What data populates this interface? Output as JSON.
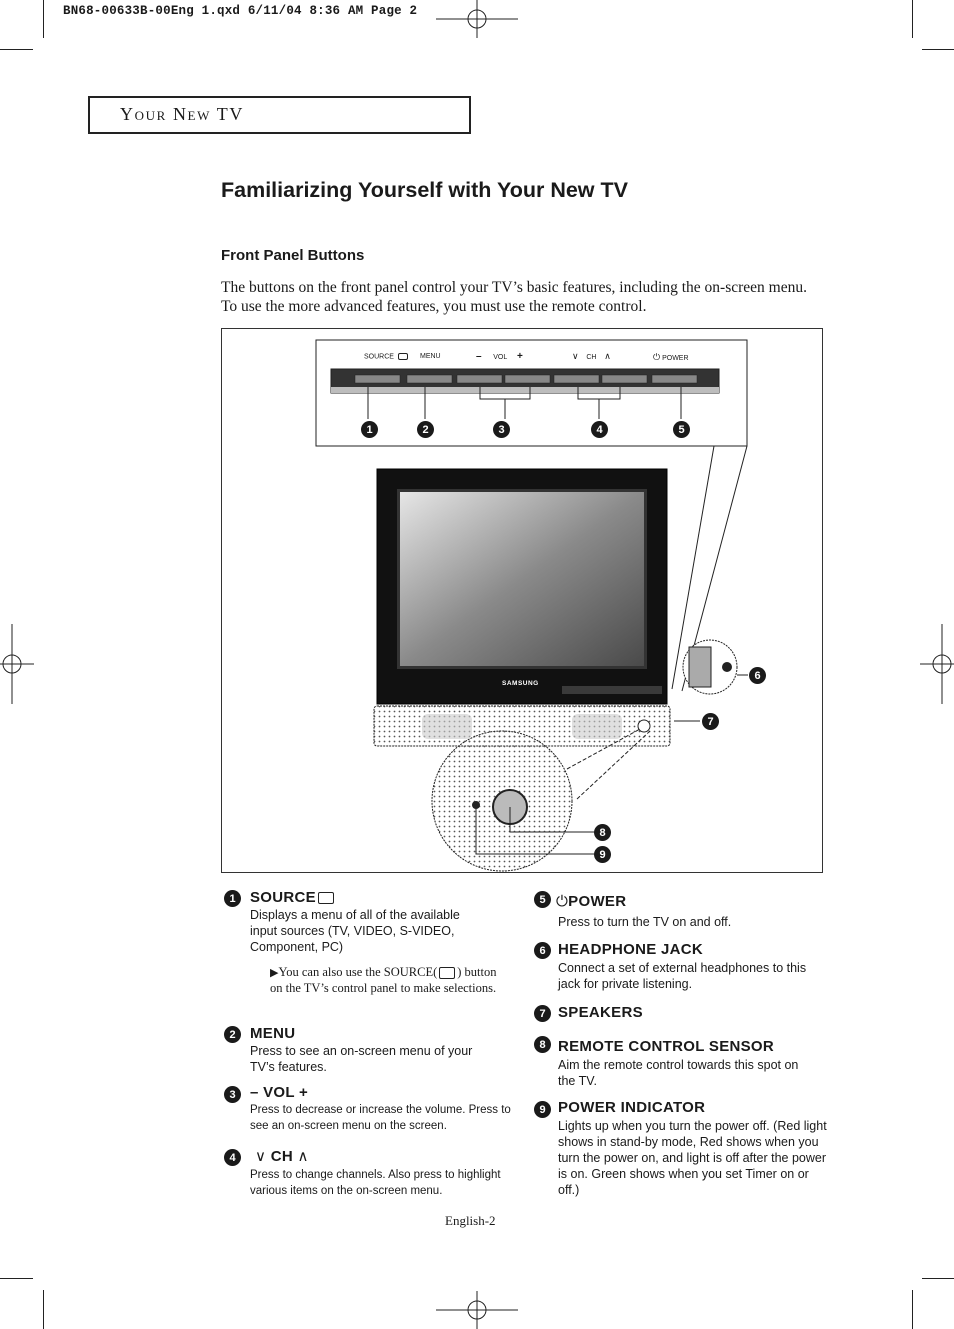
{
  "slug_line": "BN68-00633B-00Eng 1.qxd  6/11/04 8:36 AM  Page 2",
  "section": "Your New TV",
  "page_title": "Familiarizing Yourself with Your New TV",
  "subsection": "Front Panel Buttons",
  "intro": "The buttons on the front panel control your TV’s basic features, including the on-screen menu. To use the more advanced features, you must use the remote control.",
  "figure": {
    "panel_labels": {
      "source": "SOURCE",
      "menu": "MENU",
      "vol": "VOL",
      "ch": "CH",
      "power": "POWER"
    },
    "brand": "SAMSUNG",
    "callouts": [
      "1",
      "2",
      "3",
      "4",
      "5",
      "6",
      "7",
      "8",
      "9"
    ]
  },
  "items": [
    {
      "num": "1",
      "title": "SOURCE",
      "desc": "Displays a menu of all of the available input sources (TV, VIDEO, S-VIDEO, Component, PC)"
    },
    {
      "num": "2",
      "title": "MENU",
      "desc": "Press to see an on-screen menu of your TV’s features."
    },
    {
      "num": "3",
      "title": "– VOL +",
      "desc": "Press to decrease or increase the volume. Press to see an on-screen menu on the screen."
    },
    {
      "num": "4",
      "title": "CH",
      "desc": "Press to change channels. Also press to highlight various items on the on-screen menu."
    },
    {
      "num": "5",
      "title": "POWER",
      "desc": "Press to turn the TV on and off."
    },
    {
      "num": "6",
      "title": "HEADPHONE JACK",
      "desc": "Connect a set of external headphones to this jack for private listening."
    },
    {
      "num": "7",
      "title": "SPEAKERS",
      "desc": ""
    },
    {
      "num": "8",
      "title": "REMOTE CONTROL SENSOR",
      "desc": "Aim the remote control towards this spot on the TV."
    },
    {
      "num": "9",
      "title": "POWER INDICATOR",
      "desc": "Lights up when you turn the power off. (Red light shows in stand-by mode, Red shows when you turn the power on, and light is off after the power is on. Green shows when you set Timer on or off.)"
    }
  ],
  "note": {
    "before": "You can also use the SOURCE(",
    "after": ") button on the TV’s control panel to make selections."
  },
  "footer": "English-2"
}
